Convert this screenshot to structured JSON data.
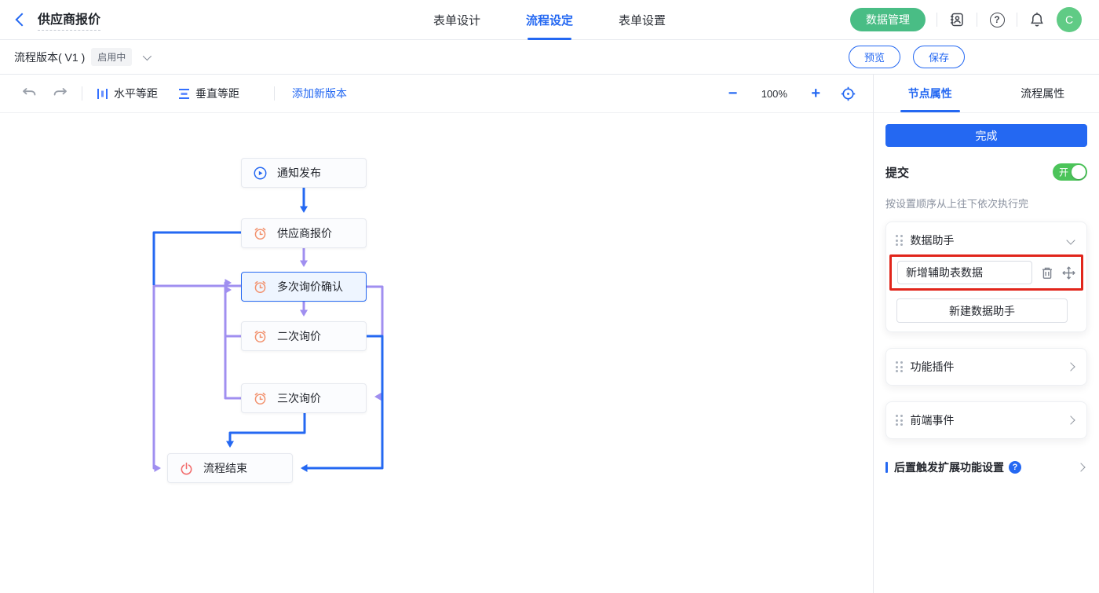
{
  "header": {
    "title": "供应商报价",
    "tabs": [
      {
        "label": "表单设计"
      },
      {
        "label": "流程设定"
      },
      {
        "label": "表单设置"
      }
    ],
    "data_manage_label": "数据管理",
    "avatar_text": "C"
  },
  "version_bar": {
    "label": "流程版本( V1 )",
    "status_badge": "启用中",
    "preview_label": "预览",
    "save_label": "保存"
  },
  "toolbar": {
    "h_distribute_label": "水平等距",
    "v_distribute_label": "垂直等距",
    "add_version_label": "添加新版本",
    "zoom_out_label": "−",
    "zoom_level": "100%",
    "zoom_in_label": "+"
  },
  "panel": {
    "tabs": [
      {
        "label": "节点属性"
      },
      {
        "label": "流程属性"
      }
    ],
    "complete_label": "完成",
    "submit_label": "提交",
    "toggle_on_text": "开",
    "helper_text": "按设置顺序从上往下依次执行完",
    "data_helper": {
      "title": "数据助手",
      "item_label": "新增辅助表数据",
      "new_button_label": "新建数据助手"
    },
    "plugin_title": "功能插件",
    "frontend_event_title": "前端事件",
    "post_trigger_label": "后置触发扩展功能设置"
  },
  "flow": {
    "nodes": [
      {
        "label": "通知发布",
        "icon": "play-icon"
      },
      {
        "label": "供应商报价",
        "icon": "alarm-clock-icon"
      },
      {
        "label": "多次询价确认",
        "icon": "alarm-clock-icon",
        "selected": true
      },
      {
        "label": "二次询价",
        "icon": "alarm-clock-icon"
      },
      {
        "label": "三次询价",
        "icon": "alarm-clock-icon"
      },
      {
        "label": "流程结束",
        "icon": "power-icon"
      }
    ]
  },
  "colors": {
    "accent_blue": "#2468f2",
    "edge_purple": "#a08ff0",
    "green_pill": "#49bd85",
    "toggle_green": "#4cc45a",
    "annotation_red": "#e1251b",
    "node_icon_orange": "#f2916d",
    "node_icon_coral": "#f26d6d"
  }
}
